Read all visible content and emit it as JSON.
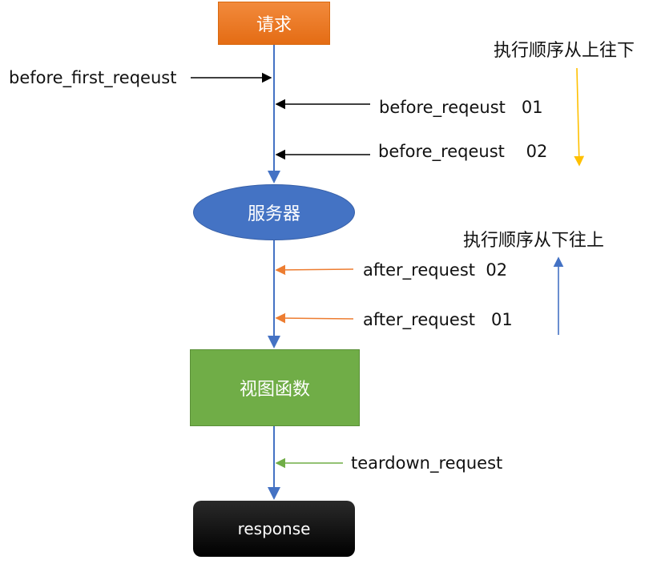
{
  "nodes": {
    "request": "请求",
    "server": "服务器",
    "view_function": "视图函数",
    "response": "response"
  },
  "labels": {
    "before_first_request": "before_first_reqeust",
    "before_request_01": "before_reqeust   01",
    "before_request_02": "before_reqeust    02",
    "after_request_02": "after_request  02",
    "after_request_01": "after_request   01",
    "teardown_request": "teardown_request",
    "order_top_to_bottom": "执行顺序从上往下",
    "order_bottom_to_top": "执行顺序从下往上"
  },
  "colors": {
    "request_node": "#ed7d31",
    "server_node": "#4472c4",
    "view_node": "#70ad47",
    "response_node": "#000000",
    "flow_line": "#4472c4",
    "before_arrows": "#000000",
    "after_arrows": "#ed7d31",
    "teardown_arrow": "#70ad47",
    "order_down_arrow": "#ffc000",
    "order_up_arrow": "#4472c4"
  }
}
